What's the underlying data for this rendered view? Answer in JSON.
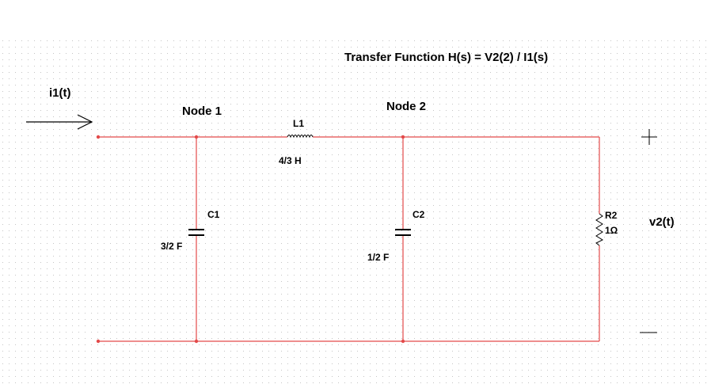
{
  "title": "Transfer Function H(s) = V2(2) / I1(s)",
  "input": {
    "label": "i1(t)"
  },
  "nodes": {
    "node1": "Node 1",
    "node2": "Node 2"
  },
  "components": {
    "L1": {
      "name": "L1",
      "value": "4/3 H"
    },
    "C1": {
      "name": "C1",
      "value": "3/2 F"
    },
    "C2": {
      "name": "C2",
      "value": "1/2 F"
    },
    "R2": {
      "name": "R2",
      "value": "1Ω"
    }
  },
  "output": {
    "label": "v2(t)",
    "plus": "+",
    "minus": "—"
  },
  "colors": {
    "wire": "#e34a4a",
    "grid": "#c4c4c4",
    "text": "#000000",
    "component": "#000000"
  }
}
